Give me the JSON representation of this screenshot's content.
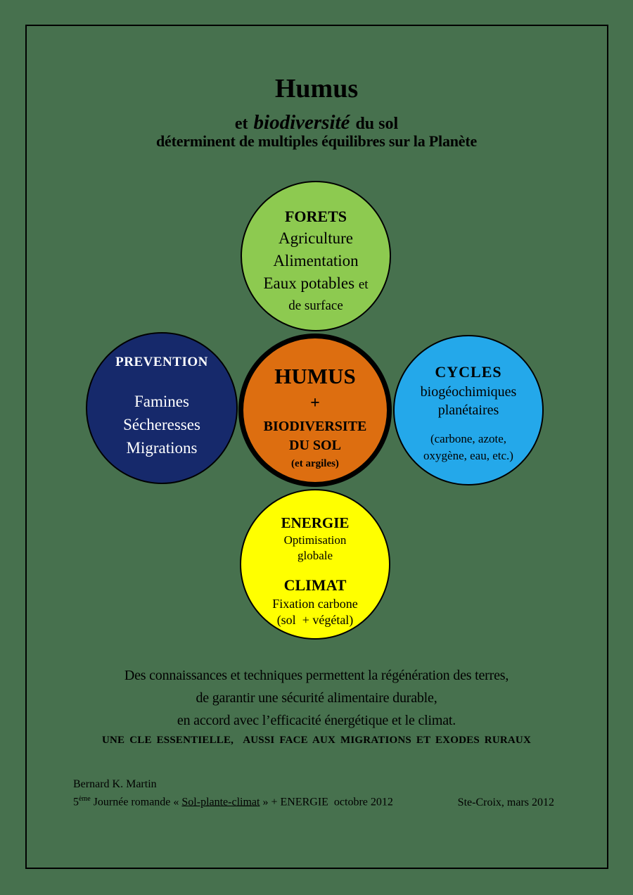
{
  "palette": {
    "page_background": "#47714E",
    "frame_border": "#000000",
    "forets_fill": "#8DCA50",
    "prevention_fill": "#16296B",
    "prevention_text": "#FFFFFF",
    "humus_fill": "#DD6E10",
    "humus_ring": "#000000",
    "cycles_fill": "#24A8EA",
    "energie_fill": "#FFFF00",
    "text": "#000000"
  },
  "title": {
    "line1": "Humus",
    "line2_prefix": "et",
    "line2_italic": "biodiversité",
    "line2_suffix": "du sol",
    "line3": "déterminent de multiples équilibres sur la Planète"
  },
  "circles": {
    "forets": {
      "heading": "FORETS",
      "line1": "Agriculture",
      "line2": "Alimentation",
      "line3_main": "Eaux potables ",
      "line3_small": "et",
      "line4": "de surface"
    },
    "prevention": {
      "heading": "PREVENTION",
      "lines": [
        "Famines",
        "Sécheresses",
        "Migrations"
      ]
    },
    "humus": {
      "heading": "HUMUS",
      "plus": "+",
      "line1": "BIODIVERSITE",
      "line2": "DU SOL",
      "note": "(et argiles)"
    },
    "cycles": {
      "heading": "CYCLES",
      "sub1": "biogéochimiques",
      "sub2": "planétaires",
      "note1": "(carbone, azote,",
      "note2": "oxygène, eau, etc.)"
    },
    "energie": {
      "heading1": "ENERGIE",
      "sub1": "Optimisation",
      "sub2": "globale",
      "heading2": "CLIMAT",
      "sub3": "Fixation carbone",
      "note": "(sol  + végétal)"
    }
  },
  "conclusion": {
    "line1": "Des connaissances et techniques permettent la régénération des terres,",
    "line2": "de garantir une sécurité alimentaire durable,",
    "line3": "en accord avec l’efficacité énergétique et le climat.",
    "key_line": "UNE CLE ESSENTIELLE,  AUSSI FACE AUX MIGRATIONS ET EXODES RURAUX"
  },
  "credits": {
    "author": "Bernard K. Martin",
    "event_num": "5",
    "event_sup": "ème",
    "event_mid": " Journée romande « ",
    "event_underlined": "Sol-plante-climat",
    "event_suffix": " » + ENERGIE  octobre 2012",
    "place": "Ste-Croix, mars 2012"
  }
}
